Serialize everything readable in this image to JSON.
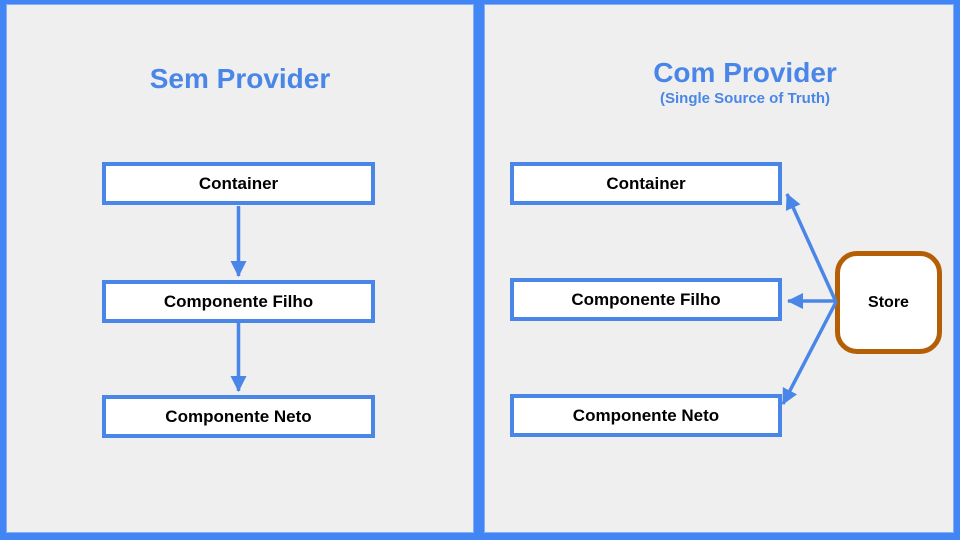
{
  "colors": {
    "background_blue": "#4285f4",
    "panel_gray": "#efefef",
    "accent_blue": "#4a86e8",
    "store_orange": "#b45f06",
    "node_fill": "#ffffff",
    "text_black": "#000000"
  },
  "left_panel": {
    "title": "Sem Provider",
    "nodes": [
      {
        "label": "Container"
      },
      {
        "label": "Componente Filho"
      },
      {
        "label": "Componente Neto"
      }
    ]
  },
  "right_panel": {
    "title": "Com Provider",
    "subtitle": "(Single Source of Truth)",
    "nodes": [
      {
        "label": "Container"
      },
      {
        "label": "Componente Filho"
      },
      {
        "label": "Componente Neto"
      }
    ],
    "store": {
      "label": "Store"
    }
  }
}
